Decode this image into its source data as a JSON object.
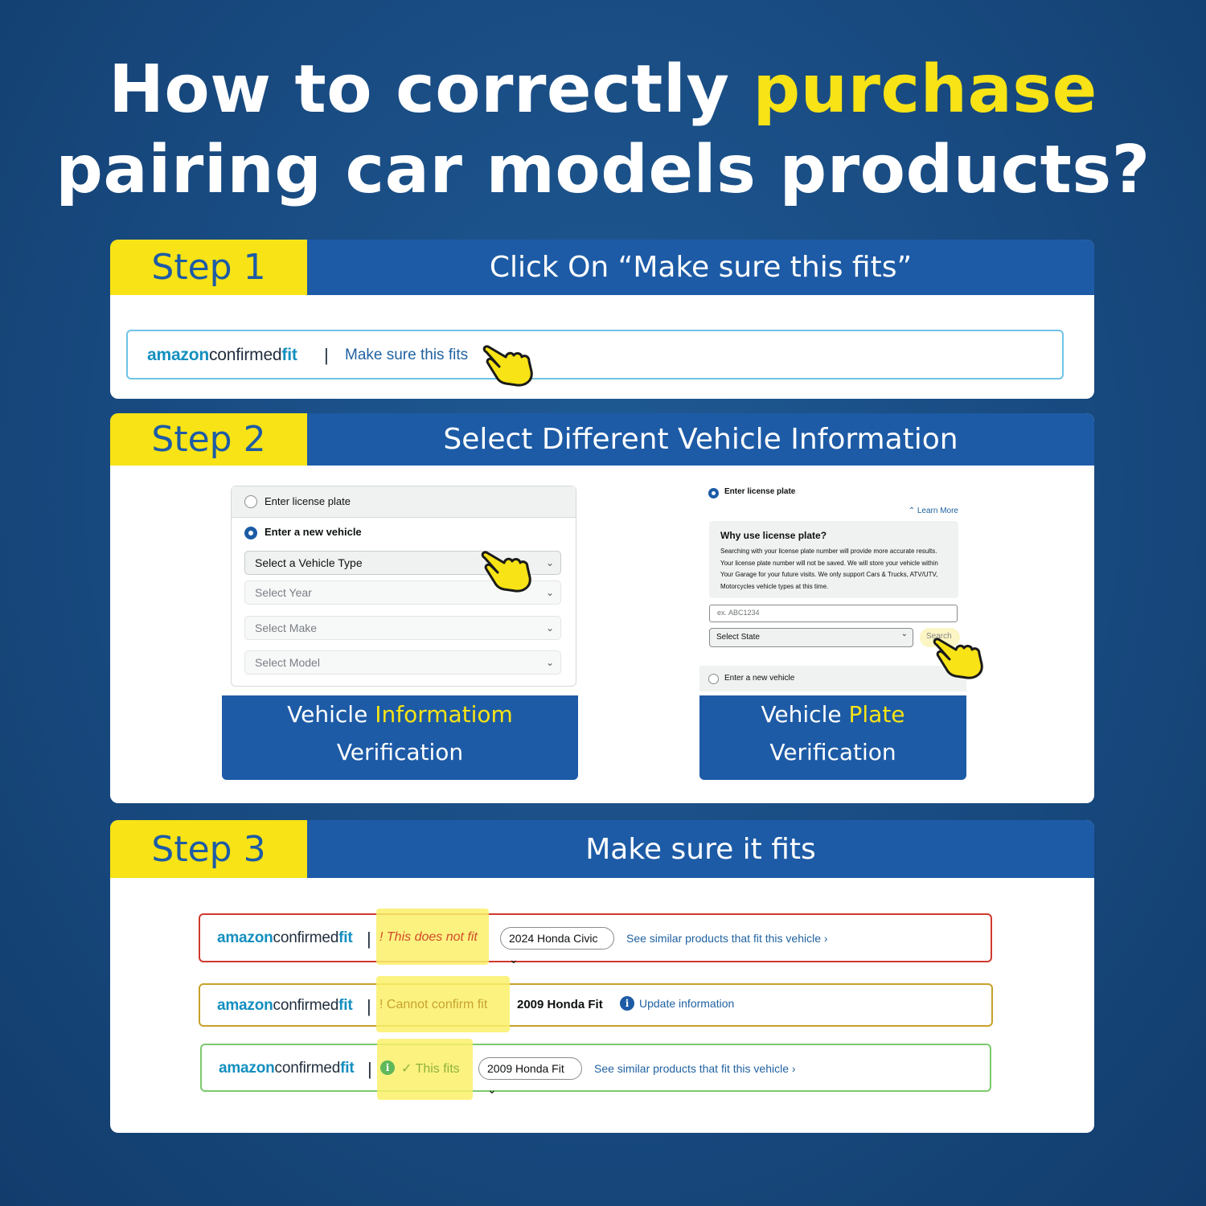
{
  "headline": {
    "line1_before": "How to correctly ",
    "line1_highlight": "purchase",
    "line2": "pairing car models products?"
  },
  "brand": {
    "part1": "amazon",
    "part2": "confirmed",
    "part3": "fit",
    "separator": "|"
  },
  "step1": {
    "tag": "Step 1",
    "title": "Click On “Make sure this fits”",
    "link": "Make sure this fits"
  },
  "step2": {
    "tag": "Step 2",
    "title": "Select Different Vehicle Information",
    "left_form": {
      "option_plate": "Enter license plate",
      "option_vehicle": "Enter a new vehicle",
      "selects": [
        "Select a Vehicle Type",
        "Select Year",
        "Select Make",
        "Select Model"
      ]
    },
    "left_caption": {
      "w1": "Vehicle ",
      "w2": "Informatiom",
      "line2": "Verification"
    },
    "right_form": {
      "option_plate": "Enter license plate",
      "learn_more": "Learn More",
      "why_title": "Why use license plate?",
      "why_text": "Searching with your license plate number will provide more accurate results. Your license plate number will not be saved. We will store your vehicle within Your Garage for your future visits. We only support Cars & Trucks, ATV/UTV, Motorcycles vehicle types at this time.",
      "plate_placeholder": "ex. ABC1234",
      "state_select": "Select State",
      "search_button": "Search",
      "option_vehicle": "Enter a new vehicle"
    },
    "right_caption": {
      "w1": "Vehicle ",
      "w2": "Plate",
      "line2": "Verification"
    }
  },
  "step3": {
    "tag": "Step 3",
    "title": "Make sure it fits",
    "rows": [
      {
        "status": "! This does not fit",
        "vehicle": "2024 Honda Civic",
        "action": "See similar products that fit this vehicle ›",
        "color": "#d0392e"
      },
      {
        "status": "! Cannot confirm fit",
        "vehicle": "2009 Honda Fit",
        "action": "Update information",
        "color": "#c7a12a"
      },
      {
        "status": "✓ This fits",
        "vehicle": "2009 Honda Fit",
        "action": "See similar products that fit this vehicle ›",
        "color": "#5fb85a"
      }
    ]
  },
  "colors": {
    "brand_blue": "#1d5ba6",
    "accent_yellow": "#f7e316",
    "background": "#184a80"
  },
  "icons": {
    "pointer": "pointing-hand-icon",
    "info": "info-icon",
    "chevron": "chevron-down-icon"
  }
}
